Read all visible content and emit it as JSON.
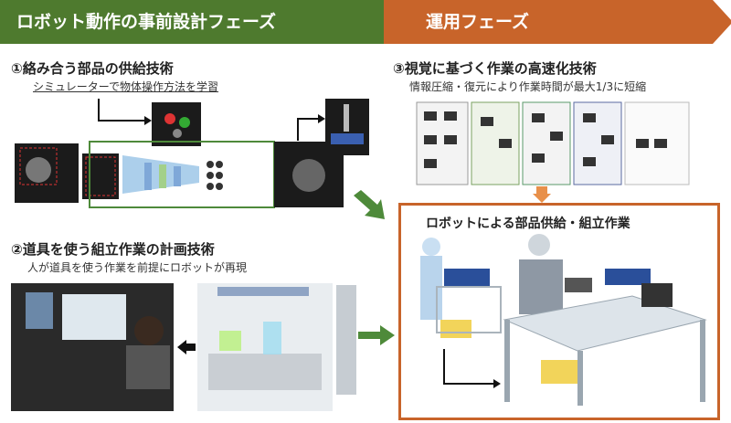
{
  "banners": {
    "design_phase": "ロボット動作の事前設計フェーズ",
    "operation_phase": "運用フェーズ"
  },
  "section1": {
    "title": "①絡み合う部品の供給技術",
    "subtitle": "シミュレーターで物体操作方法を学習"
  },
  "section2": {
    "title": "②道具を使う組立作業の計画技術",
    "subtitle": "人が道具を使う作業を前提にロボットが再現"
  },
  "section3": {
    "title": "③視覚に基づく作業の高速化技術",
    "subtitle": "情報圧縮・復元により作業時間が最大1/3に短縮"
  },
  "operation_box": {
    "title": "ロボットによる部品供給・組立作業"
  },
  "colors": {
    "green": "#4e7a2e",
    "orange": "#c8642a",
    "arrow_green": "#4e8a3a"
  }
}
